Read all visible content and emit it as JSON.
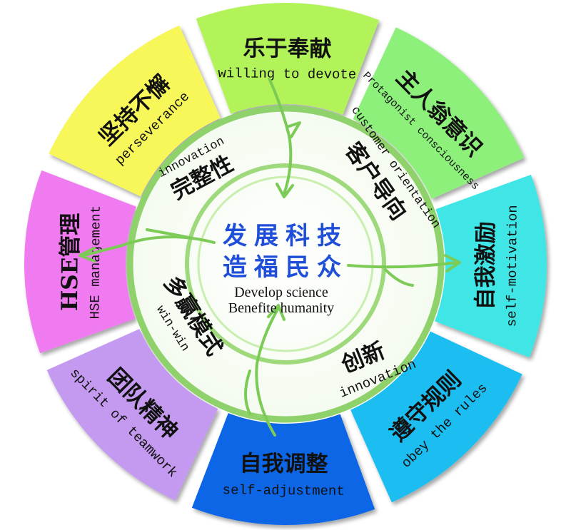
{
  "center": {
    "cn_line1": "发展科技",
    "cn_line2": "造福民众",
    "en_line1": "Develop science",
    "en_line2": "Benefite humanity"
  },
  "inner": [
    {
      "cn": "完整性",
      "en": "innovation"
    },
    {
      "cn": "客户导向",
      "en": "customer orientation"
    },
    {
      "cn": "创新",
      "en": "innovation"
    },
    {
      "cn": "多赢模式",
      "en": "win-win"
    }
  ],
  "segments": [
    {
      "cn": "乐于奉献",
      "en": "willing to devote",
      "color": "#b3f35a"
    },
    {
      "cn": "主人翁意识",
      "en": "Protagonist consciousness",
      "color": "#8cf07a"
    },
    {
      "cn": "自我激励",
      "en": "self-motivation",
      "color": "#3fe6e6"
    },
    {
      "cn": "遵守规则",
      "en": "obey the rules",
      "color": "#1fbdf0"
    },
    {
      "cn": "自我调整",
      "en": "self-adjustment",
      "color": "#1166e6"
    },
    {
      "cn": "团队精神",
      "en": "spirit of teamwork",
      "color": "#c49af0"
    },
    {
      "cn": "HSE管理",
      "en": "HSE management",
      "color": "#f07af0"
    },
    {
      "cn": "坚持不懈",
      "en": "perseverance",
      "color": "#f7f75a"
    }
  ],
  "colors": {
    "ring": "#8fd16a",
    "ring_light": "#c8eeb0",
    "arrow": "#7ccb57",
    "center_text": "#1f4fd8"
  }
}
